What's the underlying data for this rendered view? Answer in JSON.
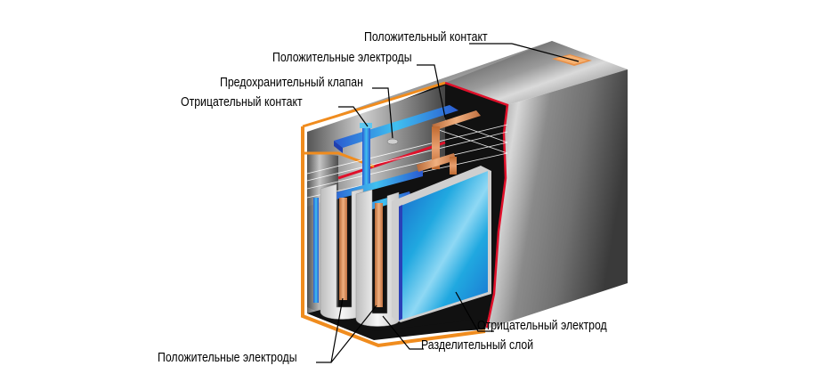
{
  "diagram": {
    "subject": "Battery cross-section (cutaway)",
    "labels": {
      "positive_contact": "Положительный контакт",
      "positive_electrodes_top": "Положительные электроды",
      "safety_valve": "Предохранительный клапан",
      "negative_contact": "Отрицательный контакт",
      "negative_electrode": "Отрицательный электрод",
      "separator_layer": "Разделительный слой",
      "positive_electrodes_bottom": "Положительные электроды"
    },
    "colors": {
      "casing_edge": "#f08c1e",
      "cut_edge": "#e0102a",
      "negative_blue": "#1e9ad8",
      "negative_dark": "#3030a8",
      "positive_copper": "#d8874a",
      "separator": "#e8e8e8",
      "interior": "#111111",
      "shell_gray": "#8a8a8a"
    }
  }
}
